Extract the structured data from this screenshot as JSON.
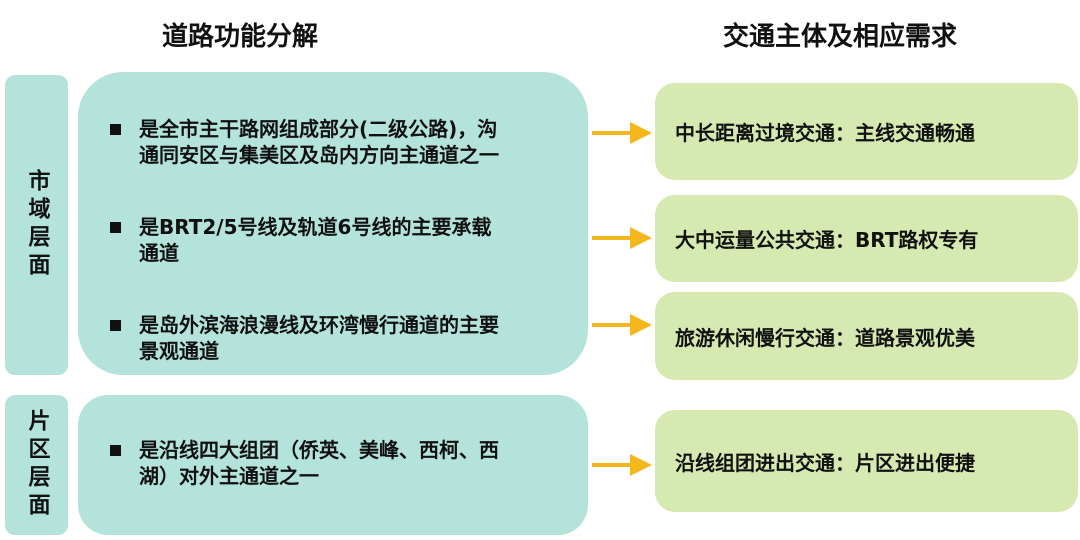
{
  "headings": {
    "left": "道路功能分解",
    "right": "交通主体及相应需求"
  },
  "levels": [
    {
      "label": "市域层面"
    },
    {
      "label": "片区层面"
    }
  ],
  "functions": [
    {
      "lines": [
        "是全市主干路网组成部分(二级公路)，沟",
        "通同安区与集美区及岛内方向主通道之一"
      ]
    },
    {
      "lines": [
        "是BRT2/5号线及轨道6号线的主要承载",
        "通道"
      ]
    },
    {
      "lines": [
        "是岛外滨海浪漫线及环湾慢行通道的主要",
        "景观通道"
      ]
    },
    {
      "lines": [
        "是沿线四大组团（侨英、美峰、西柯、西",
        "湖）对外主通道之一"
      ]
    }
  ],
  "demands": [
    "中长距离过境交通：主线交通畅通",
    "大中运量公共交通：BRT路权专有",
    "旅游休闲慢行交通：道路景观优美",
    "沿线组团进出交通：片区进出便捷"
  ],
  "colors": {
    "teal": "#b3e3da",
    "green": "#d5e9b0",
    "arrow": "#f5b81c"
  }
}
